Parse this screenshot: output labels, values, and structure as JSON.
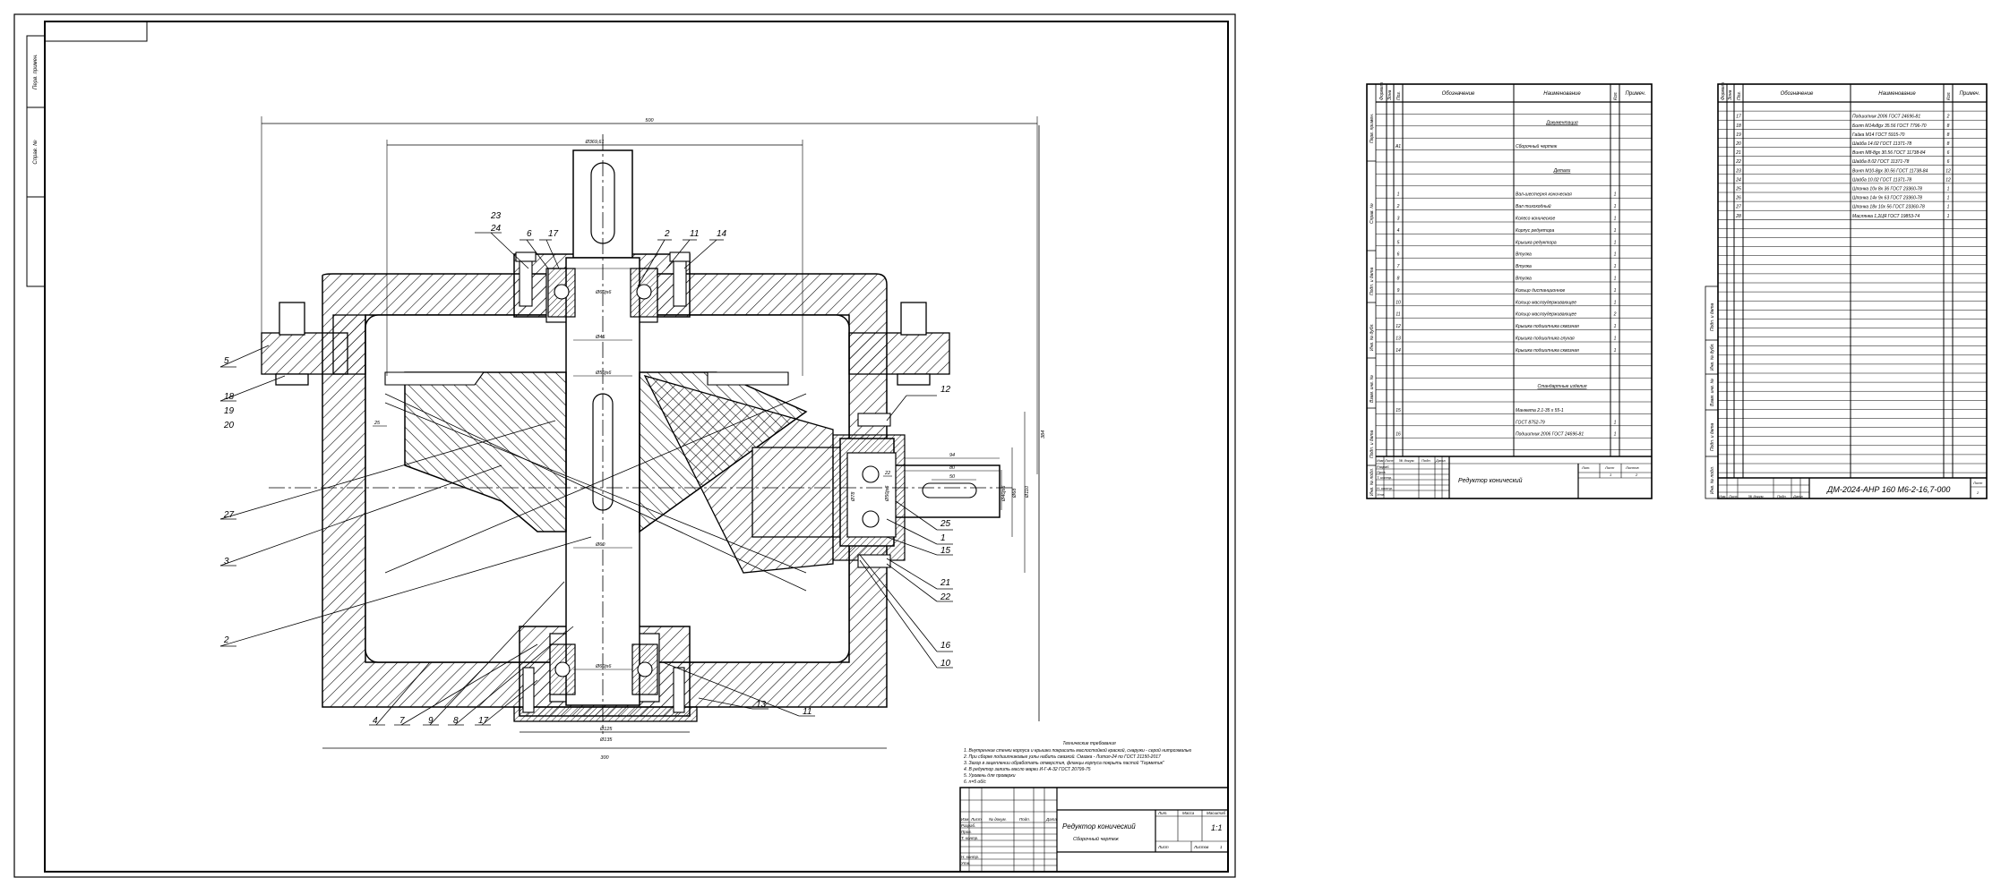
{
  "assembly": {
    "callouts": [
      "23",
      "24",
      "6",
      "17",
      "2",
      "11",
      "14",
      "5",
      "18",
      "19",
      "20",
      "12",
      "27",
      "3",
      "2",
      "25",
      "1",
      "15",
      "21",
      "22",
      "16",
      "10",
      "4",
      "7",
      "9",
      "8",
      "17",
      "13",
      "11"
    ],
    "dimensions": {
      "overall_width": "500",
      "top_inner": "Ø369,61",
      "height": "384",
      "bottom_width": "300",
      "right_small": "22",
      "left_small": "25",
      "d1": "Ø60js6",
      "d2": "Ø45",
      "d3": "Ø50js6",
      "d4": "Ø60",
      "d5": "Ø60js6",
      "d6": "Ø125",
      "d7": "Ø135",
      "r1": "94",
      "r2": "80",
      "r3": "50",
      "r4": "Ø40js6",
      "r5": "Ø68",
      "r6": "Ø110",
      "r7": "Ø78",
      "r8": "Ø50js6"
    },
    "requirements": {
      "title": "Технические требования",
      "lines": [
        "1. Внутренние стенки корпуса и крышки покрасить маслостойкой краской, снаружи - серой нитроэмалью",
        "2. При сборке подшипниковые узлы набить смазкой. Смазка - Литол-24 по ГОСТ 21150-2017",
        "3. Зазор в зацеплении обработать отверстия, фланцы корпуса покрыть пастой \"Герметик\"",
        "4. В редуктор залить масло марки И-Г-А-32 ГОСТ 20799-75",
        "5. Уровень для проверки",
        "6. n=5 об/с"
      ]
    },
    "title_block": {
      "name": "Редуктор конический",
      "subname": "Сборочный чертеж",
      "scale": "1:1",
      "hdr_lit": "Лит.",
      "hdr_mass": "Масса",
      "hdr_scale": "Масштаб",
      "hdr_sheet": "Лист",
      "hdr_sheets": "Листов",
      "sheets_count": "1",
      "rows": [
        "Изм.",
        "Лист",
        "№ докум.",
        "Подп.",
        "Дата",
        "Разраб.",
        "Пров.",
        "Т. контр.",
        "Н. контр.",
        "Утв."
      ],
      "side_labels": [
        "Перв. примен.",
        "Справ. №"
      ]
    }
  },
  "spec1": {
    "headers": [
      "Формат",
      "Зона",
      "Поз.",
      "Обозначение",
      "Наименование",
      "Кол.",
      "Примеч."
    ],
    "rows": [
      {
        "pos": "",
        "name": "",
        "qty": ""
      },
      {
        "pos": "",
        "name": "Документация",
        "qty": "",
        "section": true
      },
      {
        "pos": "",
        "name": "",
        "qty": ""
      },
      {
        "pos": "А1",
        "name": "Сборочный чертеж",
        "qty": ""
      },
      {
        "pos": "",
        "name": "",
        "qty": ""
      },
      {
        "pos": "",
        "name": "Детали",
        "qty": "",
        "section": true
      },
      {
        "pos": "",
        "name": "",
        "qty": ""
      },
      {
        "pos": "1",
        "name": "Вал-шестерня коническая",
        "qty": "1"
      },
      {
        "pos": "2",
        "name": "Вал тихоходный",
        "qty": "1"
      },
      {
        "pos": "3",
        "name": "Колесо коническое",
        "qty": "1"
      },
      {
        "pos": "4",
        "name": "Корпус редуктора",
        "qty": "1"
      },
      {
        "pos": "5",
        "name": "Крышка редуктора",
        "qty": "1"
      },
      {
        "pos": "6",
        "name": "Втулка",
        "qty": "1"
      },
      {
        "pos": "7",
        "name": "Втулка",
        "qty": "1"
      },
      {
        "pos": "8",
        "name": "Втулка",
        "qty": "1"
      },
      {
        "pos": "9",
        "name": "Кольцо дистанционное",
        "qty": "1"
      },
      {
        "pos": "10",
        "name": "Кольцо маслоудерживающее",
        "qty": "1"
      },
      {
        "pos": "11",
        "name": "Кольцо маслоудерживающее",
        "qty": "2"
      },
      {
        "pos": "12",
        "name": "Крышка подшипника сквозная",
        "qty": "1"
      },
      {
        "pos": "13",
        "name": "Крышка подшипника глухая",
        "qty": "1"
      },
      {
        "pos": "14",
        "name": "Крышка подшипника сквозная",
        "qty": "1"
      },
      {
        "pos": "",
        "name": "",
        "qty": ""
      },
      {
        "pos": "",
        "name": "",
        "qty": ""
      },
      {
        "pos": "",
        "name": "Стандартные изделия",
        "qty": "",
        "section": true
      },
      {
        "pos": "",
        "name": "",
        "qty": ""
      },
      {
        "pos": "15",
        "name": "Манжета 2.1-35 х 55-1",
        "qty": ""
      },
      {
        "pos": "",
        "name": "ГОСТ 8752-79",
        "qty": "1"
      },
      {
        "pos": "16",
        "name": "Подшипник 2006 ГОСТ 24696-81",
        "qty": "1"
      },
      {
        "pos": "",
        "name": "",
        "qty": ""
      }
    ],
    "title_block": {
      "name": "Редуктор конический",
      "hdr_lit": "Лит.",
      "hdr_sheet": "Лист",
      "hdr_sheets": "Листов",
      "sheet": "1",
      "sheets": "2",
      "rows": [
        "Изм.",
        "Лист",
        "№ докум.",
        "Подп.",
        "Дата",
        "Разраб.",
        "Пров.",
        "Т. контр.",
        "Н. контр.",
        "Утв."
      ]
    },
    "side_labels": [
      "Перв. примен.",
      "Справ. №",
      "Подп. и дата",
      "Инв. № дубл.",
      "Взам. инв. №",
      "Подп. и дата",
      "Инв. № подл."
    ]
  },
  "spec2": {
    "headers": [
      "Формат",
      "Зона",
      "Поз.",
      "Обозначение",
      "Наименование",
      "Кол.",
      "Примеч."
    ],
    "rows": [
      {
        "pos": "",
        "name": "",
        "qty": ""
      },
      {
        "pos": "17",
        "name": "Подшипник 2006 ГОСТ 24696-81",
        "qty": "2"
      },
      {
        "pos": "18",
        "name": "Болт М14х8gх 35.56 ГОСТ 7796-70",
        "qty": "8"
      },
      {
        "pos": "19",
        "name": "Гайка М14 ГОСТ 5915-70",
        "qty": "8"
      },
      {
        "pos": "20",
        "name": "Шайба 14.02 ГОСТ 11371-78",
        "qty": "8"
      },
      {
        "pos": "21",
        "name": "Винт М8-8gх 30.56 ГОСТ 11738-84",
        "qty": "6"
      },
      {
        "pos": "22",
        "name": "Шайба 8.02 ГОСТ 11371-78",
        "qty": "6"
      },
      {
        "pos": "23",
        "name": "Винт М10-8gх 30.56 ГОСТ 11738-84",
        "qty": "12"
      },
      {
        "pos": "24",
        "name": "Шайба 10.02 ГОСТ 11371-78",
        "qty": "12"
      },
      {
        "pos": "25",
        "name": "Шпонка 10х 8х 36 ГОСТ 23360-78",
        "qty": "1"
      },
      {
        "pos": "26",
        "name": "Шпонка 14х 9х 63 ГОСТ 23360-78",
        "qty": "1"
      },
      {
        "pos": "27",
        "name": "Шпонка 18х 10х 56 ГОСТ 23360-78",
        "qty": "1"
      },
      {
        "pos": "28",
        "name": "Маслянка 1,2ЦЯ ГОСТ 19853-74",
        "qty": "1"
      }
    ],
    "title_block": {
      "code": "ДМ-2024-АНР 160 М6-2-16,7-000",
      "hdr_sheet": "Лист",
      "sheet": "2",
      "rows": [
        "Изм.",
        "Лист",
        "№ докум.",
        "Подп.",
        "Дата"
      ]
    },
    "side_labels": [
      "Подп. и дата",
      "Инв. № дубл.",
      "Взам. инв. №",
      "Подп. и дата",
      "Инв. № подл."
    ]
  }
}
